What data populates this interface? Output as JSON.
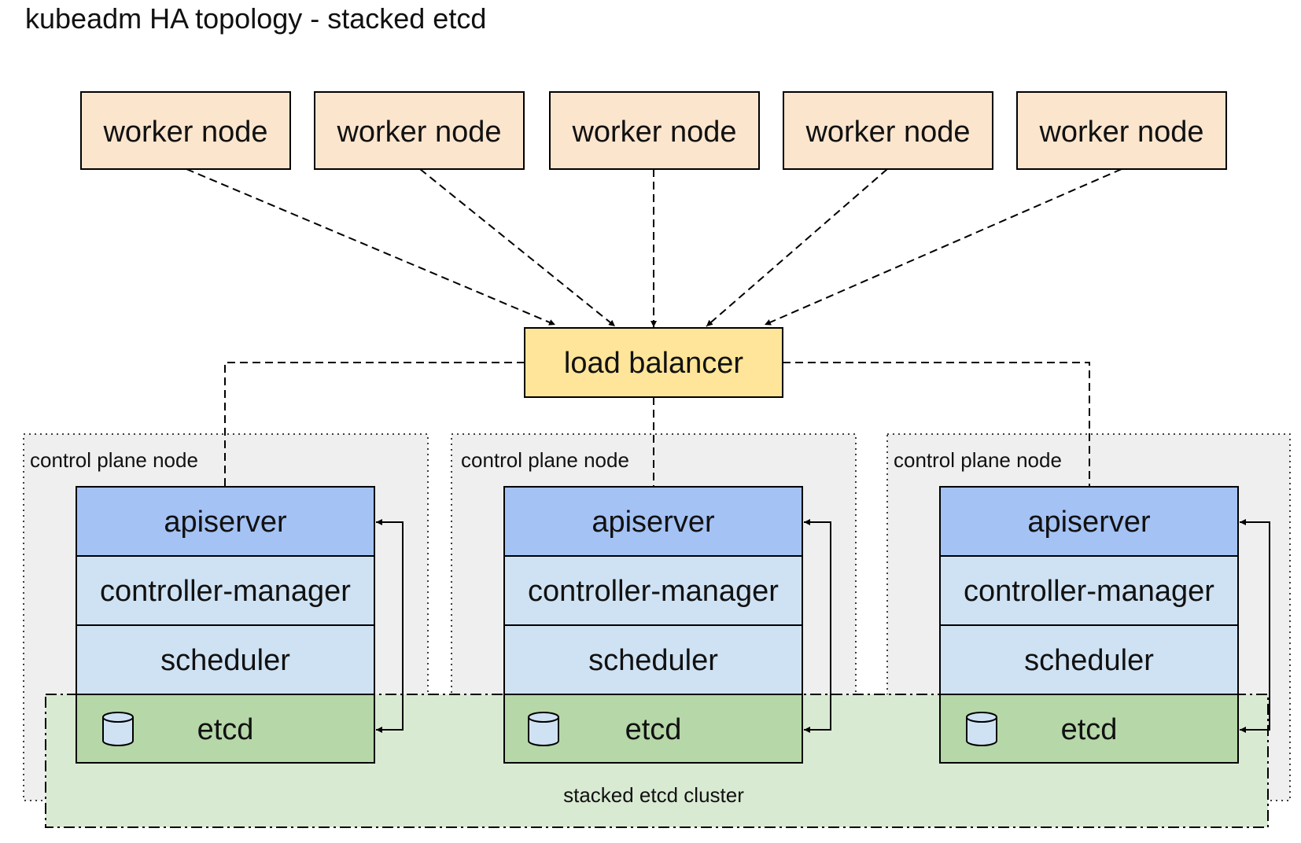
{
  "title": "kubeadm HA topology - stacked etcd",
  "worker_nodes": [
    {
      "label": "worker node"
    },
    {
      "label": "worker node"
    },
    {
      "label": "worker node"
    },
    {
      "label": "worker node"
    },
    {
      "label": "worker node"
    }
  ],
  "load_balancer": {
    "label": "load balancer"
  },
  "control_plane_nodes": [
    {
      "label": "control plane node",
      "components": [
        "apiserver",
        "controller-manager",
        "scheduler",
        "etcd"
      ]
    },
    {
      "label": "control plane node",
      "components": [
        "apiserver",
        "controller-manager",
        "scheduler",
        "etcd"
      ]
    },
    {
      "label": "control plane node",
      "components": [
        "apiserver",
        "controller-manager",
        "scheduler",
        "etcd"
      ]
    }
  ],
  "etcd_cluster": {
    "label": "stacked etcd cluster"
  },
  "colors": {
    "worker_fill": "#fce5cd",
    "load_balancer_fill": "#ffe599",
    "apiserver_fill": "#a4c2f4",
    "component_fill": "#cfe2f3",
    "etcd_fill": "#b6d7a8",
    "control_plane_fill": "#efefef",
    "etcd_cluster_fill": "#d9ead3"
  },
  "icons": {
    "etcd": "database-cylinder-icon"
  }
}
